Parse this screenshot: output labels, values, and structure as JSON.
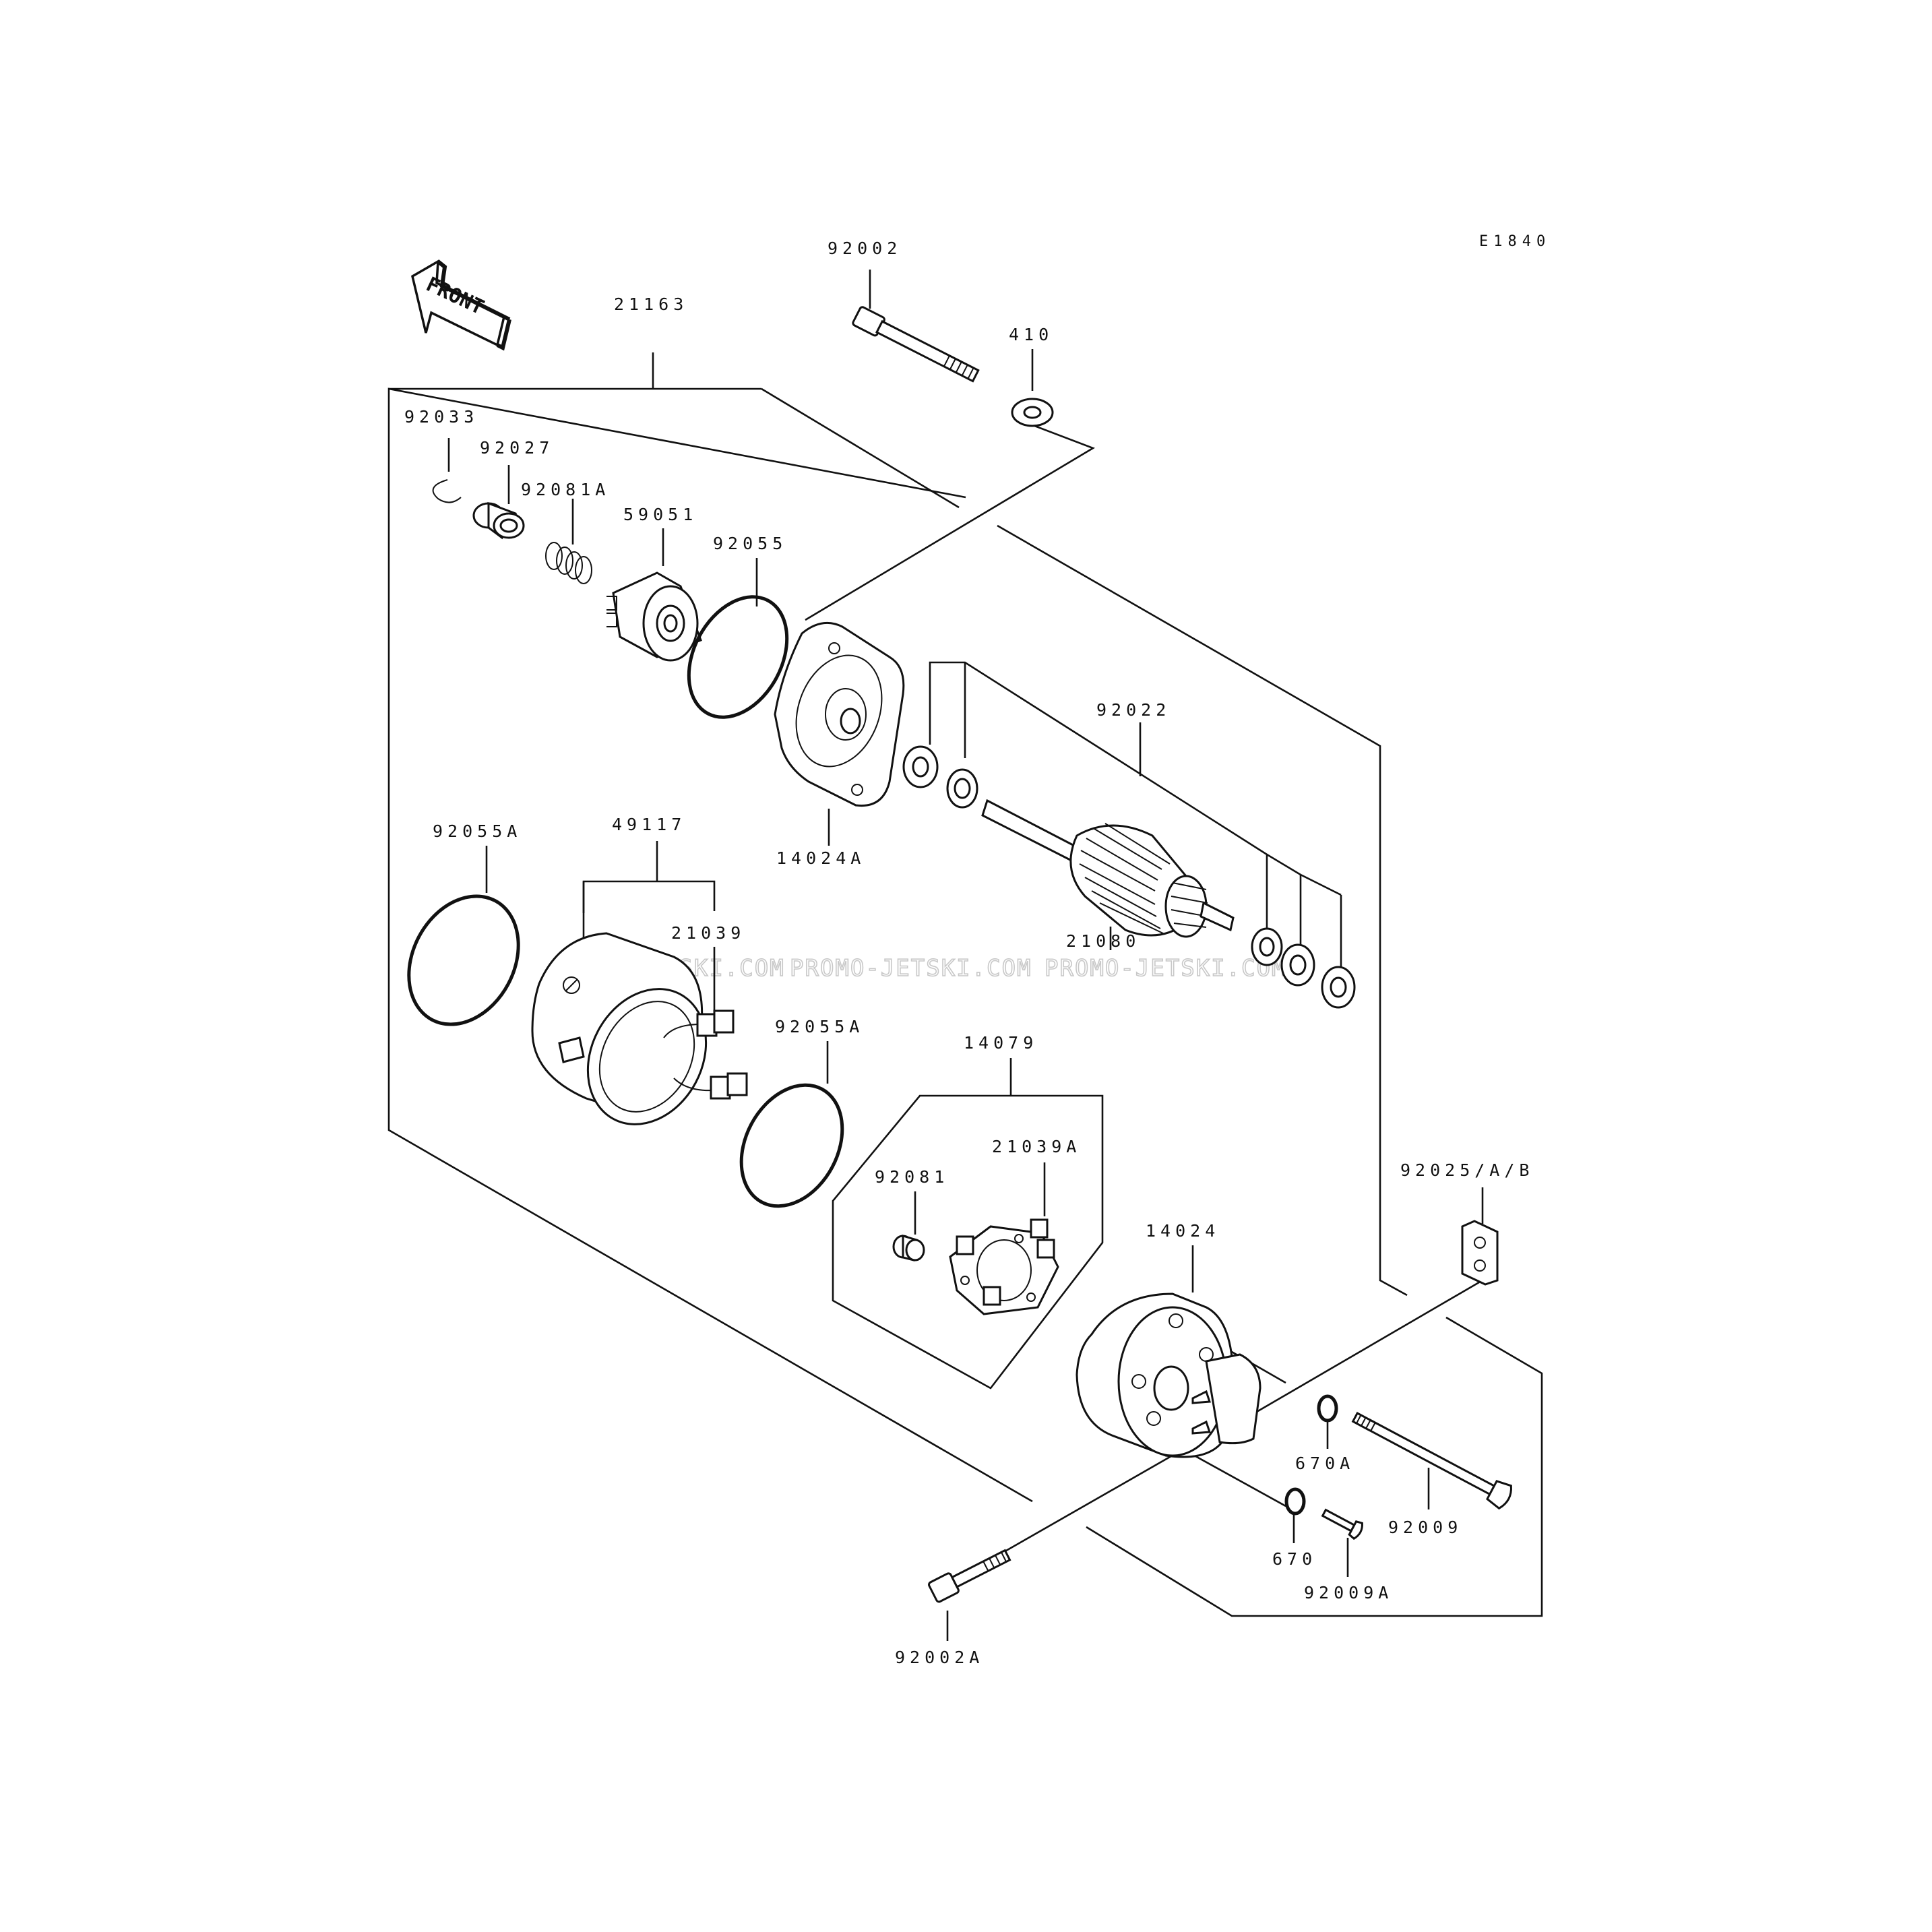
{
  "diagram_code": "E1840",
  "front_arrow_label": "FRONT",
  "watermark": {
    "parts": [
      "JETSKI.COM",
      "PROMO-JETSKI.COM",
      "PROMO-JETSKI.COM"
    ]
  },
  "parts": {
    "p21163": "21163",
    "p92002": "92002",
    "p410": "410",
    "p92033": "92033",
    "p92027": "92027",
    "p92081A": "92081A",
    "p59051": "59051",
    "p92055": "92055",
    "p92022": "92022",
    "p14024A": "14024A",
    "p92055A_left": "92055A",
    "p49117": "49117",
    "p21039": "21039",
    "p21080": "21080",
    "p92055A_right": "92055A",
    "p14079": "14079",
    "p21039A": "21039A",
    "p92081": "92081",
    "p92025": "92025/A/B",
    "p14024": "14024",
    "p670A": "670A",
    "p670": "670",
    "p92009": "92009",
    "p92009A": "92009A",
    "p92002A": "92002A"
  }
}
